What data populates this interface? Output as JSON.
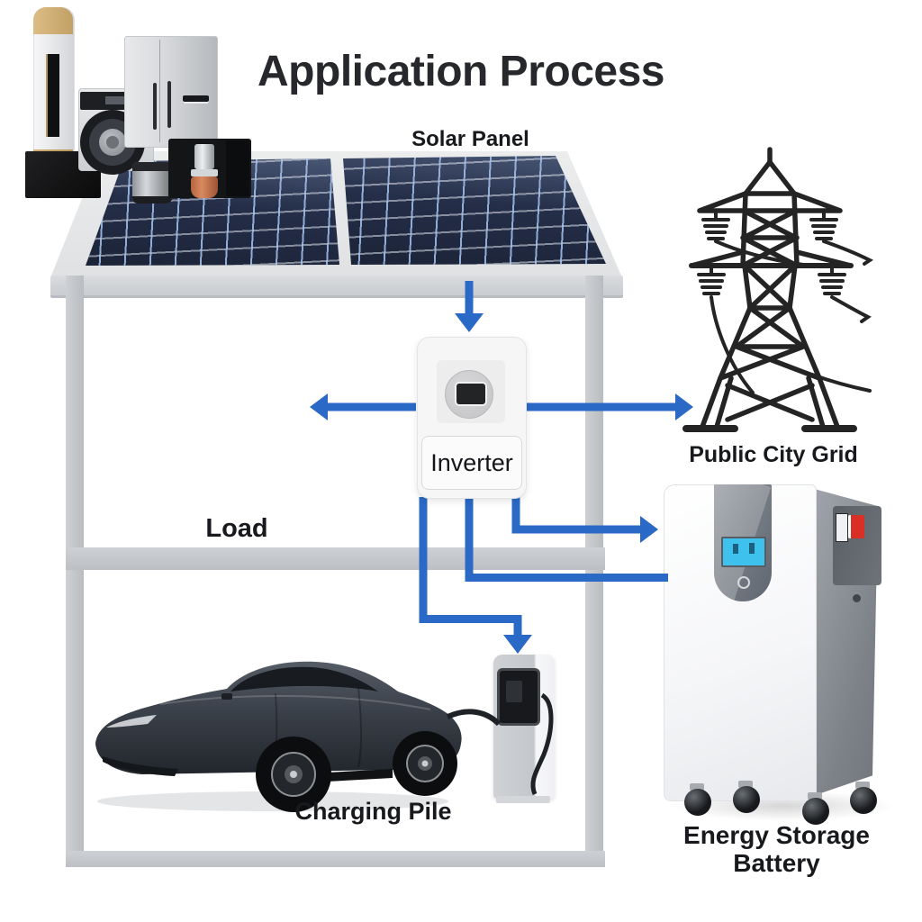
{
  "title": "Application Process",
  "nodes": {
    "solar_panel": {
      "label": "Solar Panel"
    },
    "inverter": {
      "label": "Inverter"
    },
    "public_city_grid": {
      "label": "Public City Grid"
    },
    "load": {
      "label": "Load"
    },
    "charging_pile": {
      "label": "Charging Pile"
    },
    "energy_storage_battery": {
      "label": "Energy Storage Battery"
    }
  },
  "connections": [
    {
      "from": "solar_panel",
      "to": "inverter",
      "style": "straight-down",
      "arrowhead": true
    },
    {
      "from": "inverter",
      "to": "load",
      "style": "straight-left",
      "arrowhead": true
    },
    {
      "from": "inverter",
      "to": "public_city_grid",
      "style": "straight-right",
      "arrowhead": true
    },
    {
      "from": "inverter",
      "to": "charging_pile",
      "style": "elbow-down",
      "arrowhead": true
    },
    {
      "from": "inverter",
      "to": "energy_storage_battery",
      "style": "elbow-right-upper",
      "arrowhead": true
    },
    {
      "from": "inverter",
      "to": "energy_storage_battery",
      "style": "elbow-right-lower",
      "arrowhead": false
    }
  ],
  "colors": {
    "arrow": "#2a6ac6",
    "title_ink": "#26282c",
    "label_ink": "#17191c",
    "panel_deep": "#242e48",
    "screen_cyan": "#3ec1ec",
    "alert_red": "#d93025",
    "tower_ink": "#242424"
  }
}
